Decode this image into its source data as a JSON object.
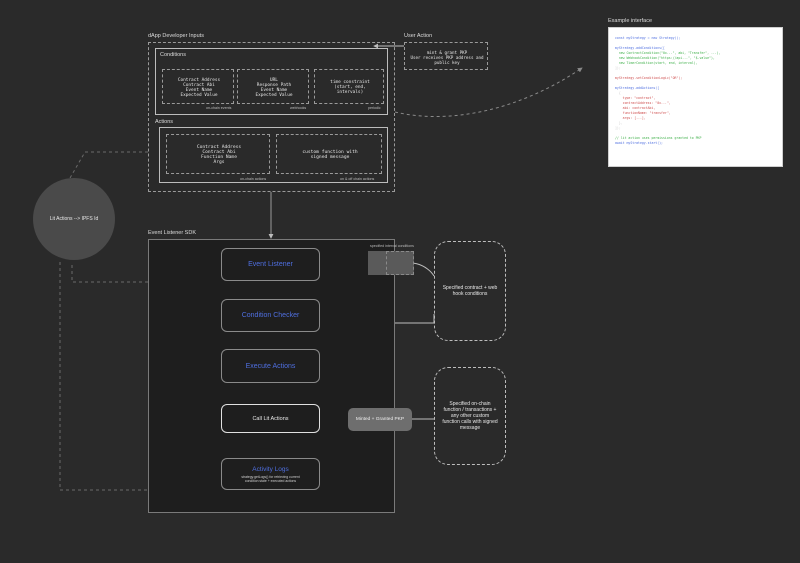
{
  "inputs": {
    "title": "dApp Developer Inputs",
    "conditions_title": "Conditions",
    "conditions": [
      {
        "text": "Contract Address\nContract Abi\nEvent Name\nExpected Value",
        "caption": "on-chain events"
      },
      {
        "text": "URL\nResponse Path\nEvent Name\nExpected Value",
        "caption": "webhooks"
      },
      {
        "text": "time constraint\n(start, end,\nintervals)",
        "caption": "periodic"
      }
    ],
    "actions_title": "Actions",
    "actions": [
      {
        "text": "Contract Address\nContract Abi\nFunction Name\nArgs",
        "caption": "on-chain actions"
      },
      {
        "text": "custom function with\nsigned message",
        "caption": "on & off chain actions"
      }
    ]
  },
  "user_action": {
    "title": "User Action",
    "text": "mint & grant PKP\nUser receives PKP address and\npublic key"
  },
  "lit_actions": {
    "label": "Lit Actions --> IPFS Id"
  },
  "sdk": {
    "title": "Event Listener SDK",
    "nodes": {
      "event_listener": "Event Listener",
      "condition_checker": "Condition Checker",
      "execute_actions": "Execute Actions",
      "call_lit_actions": "Call Lit Actions",
      "activity_logs": "Activity Logs",
      "activity_logs_sub": "strategy.getLogs() for retrieving current\ncondition state + executed actions"
    },
    "specified_interval_label": "specified interval conditions",
    "minted_pkp": "Minted + Granted PKP"
  },
  "side_notes": {
    "webhook": "Specified contract + web\nhook conditions",
    "onchain": "Specified on-chain\nfunction / transactions +\nany other custom\nfunction calls with signed\nmessage"
  },
  "example": {
    "title": "Example interface",
    "code": [
      {
        "t": "const myStrategy = new Strategy();",
        "c": "#4f6fe0"
      },
      {
        "t": "",
        "c": "#cfcfcf"
      },
      {
        "t": "myStrategy.addConditions([",
        "c": "#4f6fe0"
      },
      {
        "t": "  new ContractCondition(\"0x...\", abi, \"Transfer\", ...),",
        "c": "#3fb04a"
      },
      {
        "t": "  new WebhookCondition(\"https://api...\", \"$.value\"),",
        "c": "#3fb04a"
      },
      {
        "t": "  new TimerCondition(start, end, interval),",
        "c": "#3fb04a"
      },
      {
        "t": "]);",
        "c": "#cfcfcf"
      },
      {
        "t": "",
        "c": "#cfcfcf"
      },
      {
        "t": "myStrategy.setConditionLogic(\"OR\");",
        "c": "#cf4f4f"
      },
      {
        "t": "",
        "c": "#cfcfcf"
      },
      {
        "t": "myStrategy.addActions([",
        "c": "#4f6fe0"
      },
      {
        "t": "  {",
        "c": "#cfcfcf"
      },
      {
        "t": "    type: \"contract\",",
        "c": "#cf4f4f"
      },
      {
        "t": "    contractAddress: \"0x...\",",
        "c": "#cf4f4f"
      },
      {
        "t": "    abi: contractAbi,",
        "c": "#cf4f4f"
      },
      {
        "t": "    functionName: \"transfer\",",
        "c": "#cf4f4f"
      },
      {
        "t": "    args: [...],",
        "c": "#cf4f4f"
      },
      {
        "t": "  },",
        "c": "#cfcfcf"
      },
      {
        "t": "]);",
        "c": "#cfcfcf"
      },
      {
        "t": "",
        "c": "#cfcfcf"
      },
      {
        "t": "// lit action uses permissions granted to PKP",
        "c": "#3fb04a"
      },
      {
        "t": "await myStrategy.start();",
        "c": "#4f6fe0"
      }
    ]
  }
}
